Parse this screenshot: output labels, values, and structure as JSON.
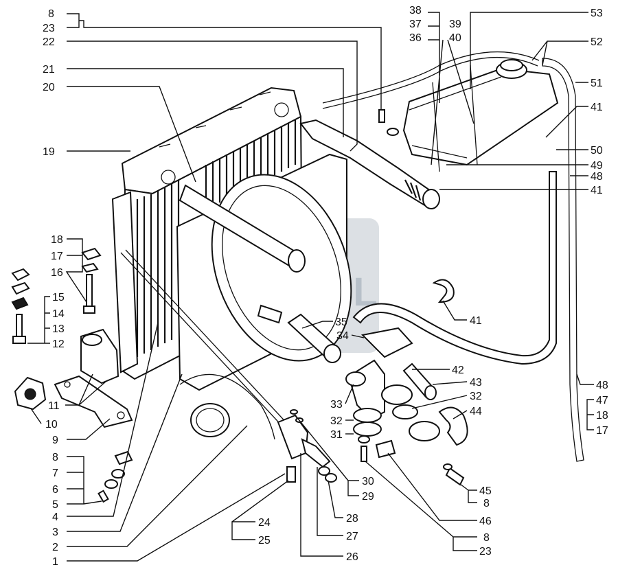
{
  "watermark": {
    "text": "SENTAL",
    "color": "#9aa7b3"
  },
  "callouts": {
    "c1": "1",
    "c2": "2",
    "c3": "3",
    "c4": "4",
    "c5": "5",
    "c6": "6",
    "c7": "7",
    "c8a": "8",
    "c9": "9",
    "c10": "10",
    "c11": "11",
    "c12": "12",
    "c13": "13",
    "c14": "14",
    "c15": "15",
    "c16": "16",
    "c17a": "17",
    "c18a": "18",
    "c19": "19",
    "c20": "20",
    "c21": "21",
    "c22": "22",
    "c8b": "8",
    "c23a": "23",
    "c24": "24",
    "c25": "25",
    "c26": "26",
    "c27": "27",
    "c28": "28",
    "c29": "29",
    "c30": "30",
    "c31": "31",
    "c32a": "32",
    "c32b": "32",
    "c33": "33",
    "c34": "34",
    "c35": "35",
    "c36": "36",
    "c37": "37",
    "c38": "38",
    "c39": "39",
    "c40": "40",
    "c41a": "41",
    "c41b": "41",
    "c41c": "41",
    "c42": "42",
    "c43": "43",
    "c44": "44",
    "c45": "45",
    "c8c": "8",
    "c46": "46",
    "c8d": "8",
    "c23b": "23",
    "c47": "47",
    "c18b": "18",
    "c17b": "17",
    "c48a": "48",
    "c48b": "48",
    "c49": "49",
    "c50": "50",
    "c51": "51",
    "c52": "52",
    "c53": "53"
  }
}
